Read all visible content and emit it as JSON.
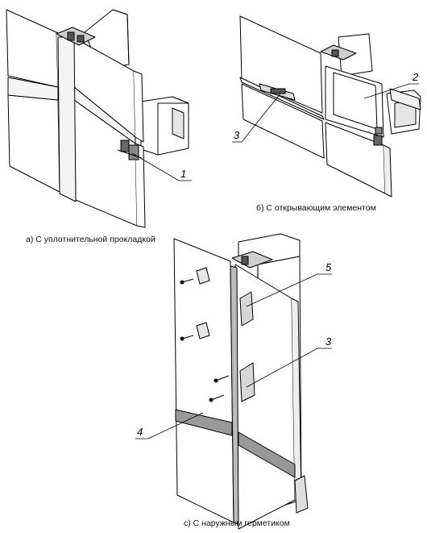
{
  "figure": {
    "captions": {
      "a": "а) С уплотнительной прокладкой",
      "b": "б) С открывающим элементом",
      "c": "с) С наружным герметиком"
    },
    "callouts": {
      "a1": "1",
      "b2": "2",
      "b3": "3",
      "c5": "5",
      "c3": "3",
      "c4": "4"
    }
  },
  "colors": {
    "line": "#000000",
    "panel": "#ffffff",
    "shade": "#d9d9d9",
    "dark": "#555555"
  }
}
